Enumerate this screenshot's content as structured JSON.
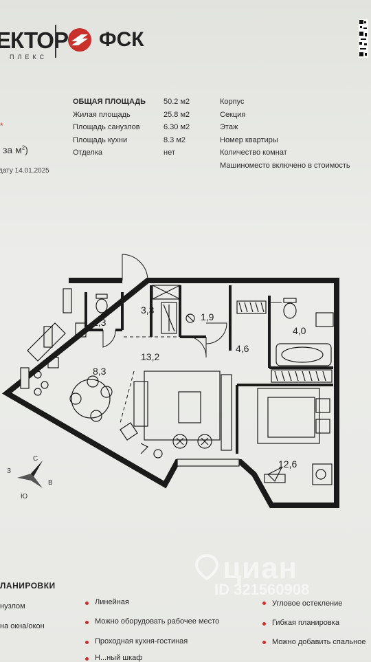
{
  "header": {
    "brand_left": "ЕКТОР",
    "brand_left_sub": "ПЛЕКС",
    "brand_right": "ФСК"
  },
  "left_info": {
    "star": "*",
    "price_unit": "за м",
    "price_unit_sup": "2",
    "date_text": "дату 14.01.2025"
  },
  "specs": [
    {
      "label": "ОБЩАЯ ПЛОЩАДЬ",
      "value": "50.2 м2",
      "bold": true
    },
    {
      "label": "Жилая площадь",
      "value": "25.8 м2",
      "bold": false
    },
    {
      "label": "Площадь санузлов",
      "value": "6.30 м2",
      "bold": false
    },
    {
      "label": "Площадь кухни",
      "value": "8.3 м2",
      "bold": false
    },
    {
      "label": "Отделка",
      "value": "нет",
      "bold": false
    }
  ],
  "specs_right": [
    "Корпус",
    "Секция",
    "Этаж",
    "Номер квартиры",
    "Количество комнат",
    "Машиноместо включено в стоимость"
  ],
  "rooms": {
    "bath1": "2,3",
    "hall1": "3,3",
    "closet": "1,9",
    "bath2": "4,0",
    "corridor": "4,6",
    "kitchen": "8,3",
    "living": "13,2",
    "bedroom": "12,6"
  },
  "compass": {
    "n": "С",
    "s": "Ю",
    "w": "З",
    "e": "В"
  },
  "watermark": {
    "brand": "циан",
    "id": "ID 321560908"
  },
  "features": {
    "title": "ЛАНИРОВКИ",
    "left_col": [
      "нузлом",
      "на окна/окон"
    ],
    "mid_col": [
      "Линейная",
      "Можно оборудовать рабочее место",
      "Проходная кухня-гостиная",
      "Н...ный шкаф"
    ],
    "right_col": [
      "Угловое остекление",
      "Гибкая планировка",
      "Можно добавить спальное"
    ]
  },
  "colors": {
    "accent": "#c9302c",
    "wall": "#1a1a1a"
  }
}
